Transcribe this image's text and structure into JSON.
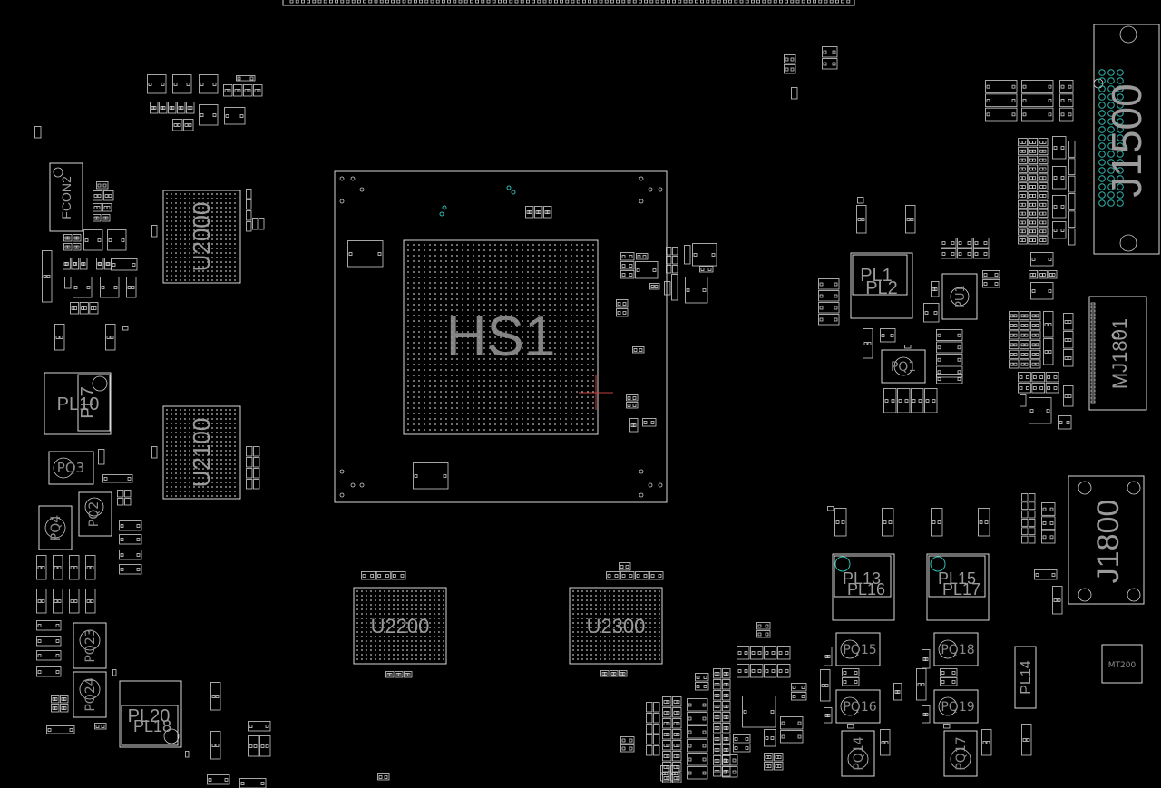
{
  "colors": {
    "background": "#000000",
    "outline": "#d8d8d8",
    "label": "#9a9a9a",
    "accent": "#2fb9b0",
    "crosshair": "#c04040"
  },
  "components": {
    "u2000": "U2000",
    "u2100": "U2100",
    "u2200": "U2200",
    "u2300": "U2300",
    "hs1": "HS1",
    "j1500": "J1500",
    "j1800": "J1800",
    "mj1801": "MJ1801",
    "mt200": "MT200",
    "fcon2": "FCON2",
    "pl1": "PL1",
    "pl2": "PL2",
    "pl7": "PL7",
    "pl10": "PL10",
    "pl13": "PL13",
    "pl14": "PL14",
    "pl15": "PL15",
    "pl16": "PL16",
    "pl17": "PL17",
    "pl18": "PL18",
    "pl20": "PL20",
    "pq1": "PQ1",
    "pq2": "PQ2",
    "pq3": "PQ3",
    "pq4": "PQ4",
    "pq14": "PQ14",
    "pq15": "PQ15",
    "pq16": "PQ16",
    "pq17": "PQ17",
    "pq18": "PQ18",
    "pq19": "PQ19",
    "pq23": "PQ23",
    "pq24": "PQ24",
    "pu1": "PU1"
  }
}
